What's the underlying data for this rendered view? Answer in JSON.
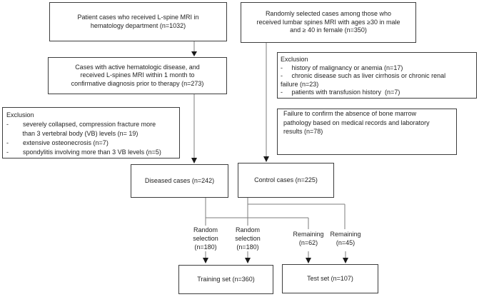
{
  "figure": {
    "type": "flowchart",
    "background_color": "#ffffff",
    "box_border_color": "#3d3d3d",
    "connector_color": "#7d7d7d",
    "arrowhead_color": "#1a1a1a",
    "text_color": "#1f1f1f"
  },
  "boxes": {
    "patient": {
      "lines": [
        "Patient cases who received L-spine MRI in",
        "hematology department (n=1032)"
      ]
    },
    "random_selected": {
      "lines": [
        "Randomly selected cases among those who",
        "received lumbar spines MRI with ages ≥30 in male",
        "and ≥ 40 in female (n=350)"
      ]
    },
    "hematologic": {
      "lines": [
        "Cases with active hematologic disease, and",
        "received L-spines MRI within 1 month to",
        "confirmative diagnosis prior to therapy (n=273)"
      ]
    },
    "exclusion_right": {
      "lines": [
        "Exclusion",
        "-     history of malignancy or anemia (n=17)",
        "-     chronic disease such as liver cirrhosis or chronic renal",
        "failure (n=23)",
        "-     patients with transfusion history  (n=7)"
      ]
    },
    "exclusion_left": {
      "lines": [
        "Exclusion",
        "-        severely collapsed, compression fracture more",
        "         than 3 vertebral body (VB) levels (n= 19)",
        "-        extensive osteonecrosis (n=7)",
        "-        spondylitis involving more than 3 VB levels (n=5)"
      ]
    },
    "failure": {
      "lines": [
        "Failure to confirm the absence of bone marrow",
        "pathology based on medical records and laboratory",
        "results (n=78)"
      ]
    },
    "diseased": {
      "label": "Diseased cases (n=242)"
    },
    "control": {
      "label": "Control cases (n=225)"
    },
    "training": {
      "label": "Training set (n=360)"
    },
    "test": {
      "label": "Test set (n=107)"
    }
  },
  "branch_labels": {
    "random_selection_1": {
      "lines": [
        "Random",
        "selection",
        "(n=180)"
      ]
    },
    "random_selection_2": {
      "lines": [
        "Random",
        "selection",
        "(n=180)"
      ]
    },
    "remaining_62": {
      "lines": [
        "Remaining",
        "(n=62)"
      ]
    },
    "remaining_45": {
      "lines": [
        "Remaining",
        "(n=45)"
      ]
    }
  }
}
